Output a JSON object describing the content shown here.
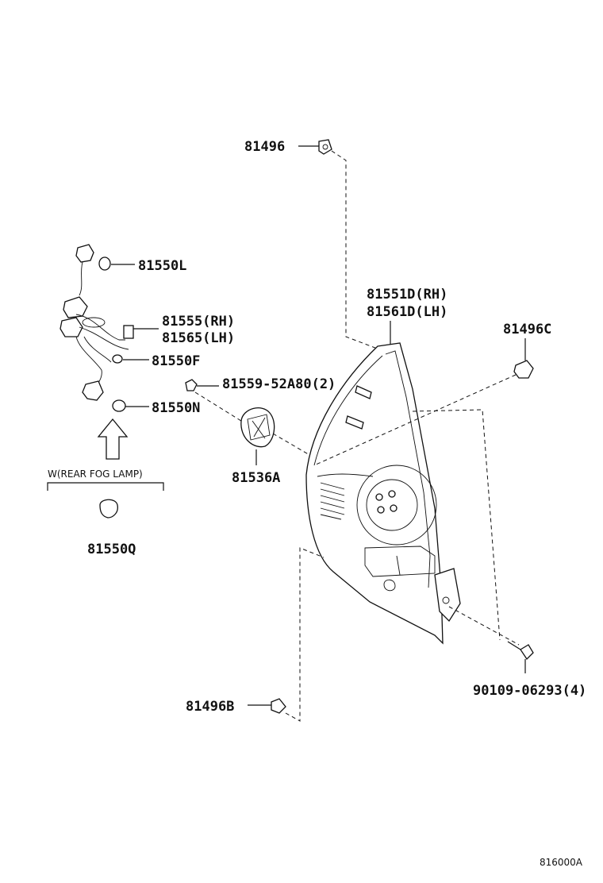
{
  "callouts": {
    "clip_top": "81496",
    "bulb_l": "81550L",
    "socket_rh": "81555(RH)",
    "socket_lh": "81565(LH)",
    "bulb_f": "81550F",
    "screw_small": "81559-52A80(2)",
    "bulb_n": "81550N",
    "lamp_rh": "81551D(RH)",
    "lamp_lh": "81561D(LH)",
    "clip_c": "81496C",
    "cover": "81536A",
    "option_label": "W(REAR FOG LAMP)",
    "bulb_q": "81550Q",
    "clip_b": "81496B",
    "screw_bottom": "90109-06293(4)"
  },
  "figure_ref": "816000A"
}
